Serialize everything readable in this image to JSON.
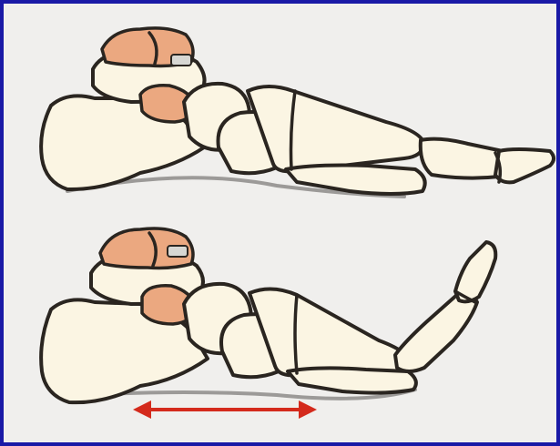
{
  "figure": {
    "panels": [
      {
        "id": "top",
        "state": "foot-relaxed"
      },
      {
        "id": "bottom",
        "state": "toes-dorsiflexed"
      }
    ],
    "arrow": {
      "direction": "bidirectional",
      "color": "#d42a1c"
    },
    "colors": {
      "border": "#1a1aa6",
      "background": "#f0efed",
      "bone_fill": "#fbf5e3",
      "talus_fill": "#eba880",
      "outline": "#2a2520",
      "shadow": "#9c9a98"
    }
  }
}
